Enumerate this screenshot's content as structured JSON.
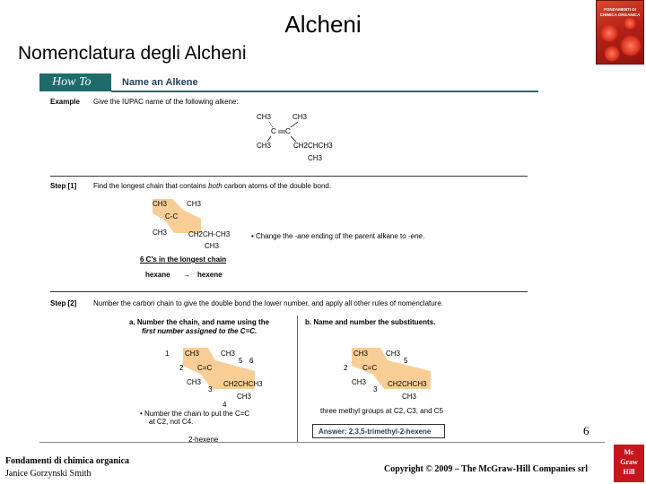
{
  "slide": {
    "title": "Alcheni",
    "subtitle": "Nomenclatura degli Alcheni",
    "page_number": "6"
  },
  "book_cover": {
    "text": "FONDAMENTI DI CHIMICA ORGANICA",
    "colors": {
      "cover": "#b32218",
      "flowers": "#ff7a5a"
    }
  },
  "figure": {
    "howto": "How To",
    "heading": "Name an Alkene",
    "example": {
      "label": "Example",
      "text": "Give the IUPAC name of the following alkene:"
    },
    "step1": {
      "label": "Step [1]",
      "text_pre": "Find the longest chain that contains ",
      "text_em": "both",
      "text_post": " carbon atoms of the double bond.",
      "bullet_pre": "Change the ",
      "bullet_em1": "-ane",
      "bullet_mid": " ending of the parent alkane to ",
      "bullet_em2": "-ene",
      "bullet_post": ".",
      "longest_chain": "6 C's in the longest chain",
      "from_name": "hexane",
      "to_name": "hexene"
    },
    "step2": {
      "label": "Step [2]",
      "text": "Number the carbon chain to give the double bond the lower number, and apply all other rules of nomenclature.",
      "a_line1": "a.  Number the chain, and name using the",
      "a_line2": "first number assigned to the C=C.",
      "b_text": "b.  Name and number the substituents.",
      "a_note1": "Number the chain to put the C=C",
      "a_note2": "at C2, not C4.",
      "a_result": "2-hexene",
      "b_note": "three methyl groups at C2, C3, and C5",
      "answer": "Answer: 2,3,5-trimethyl-2-hexene"
    },
    "molecule": {
      "ch3": "CH3",
      "ch2chch3": "CH2CHCH3",
      "ch2chch3_alt": "CH2CH-CH3",
      "c": "C",
      "cc_double": "C=C",
      "cc_single": "C-C",
      "n1": "1",
      "n2": "2",
      "n3": "3",
      "n4": "4",
      "n5": "5",
      "n6": "6"
    },
    "colors": {
      "band": "#1e6b6b",
      "highlight": "#f7c98b"
    }
  },
  "footer": {
    "book_line1": "Fondamenti di chimica organica",
    "book_line2": "Janice Gorzynski Smith",
    "copyright": "Copyright © 2009 – The McGraw-Hill Companies srl",
    "logo_line1": "Mc",
    "logo_line2": "Graw",
    "logo_line3": "Hill"
  }
}
